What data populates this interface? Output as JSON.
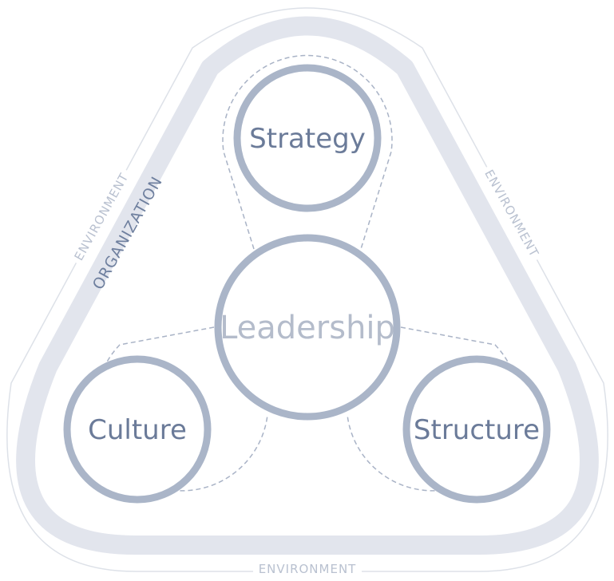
{
  "environment_label": "ENVIRONMENT",
  "organization_label": "ORGANIZATION",
  "nodes": {
    "center": "Leadership",
    "top": "Strategy",
    "left": "Culture",
    "right": "Structure"
  },
  "colors": {
    "circle_stroke": "#aab5c8",
    "band": "#e2e5ed",
    "text": "#6b7b99",
    "center_text": "#b4bccb"
  }
}
